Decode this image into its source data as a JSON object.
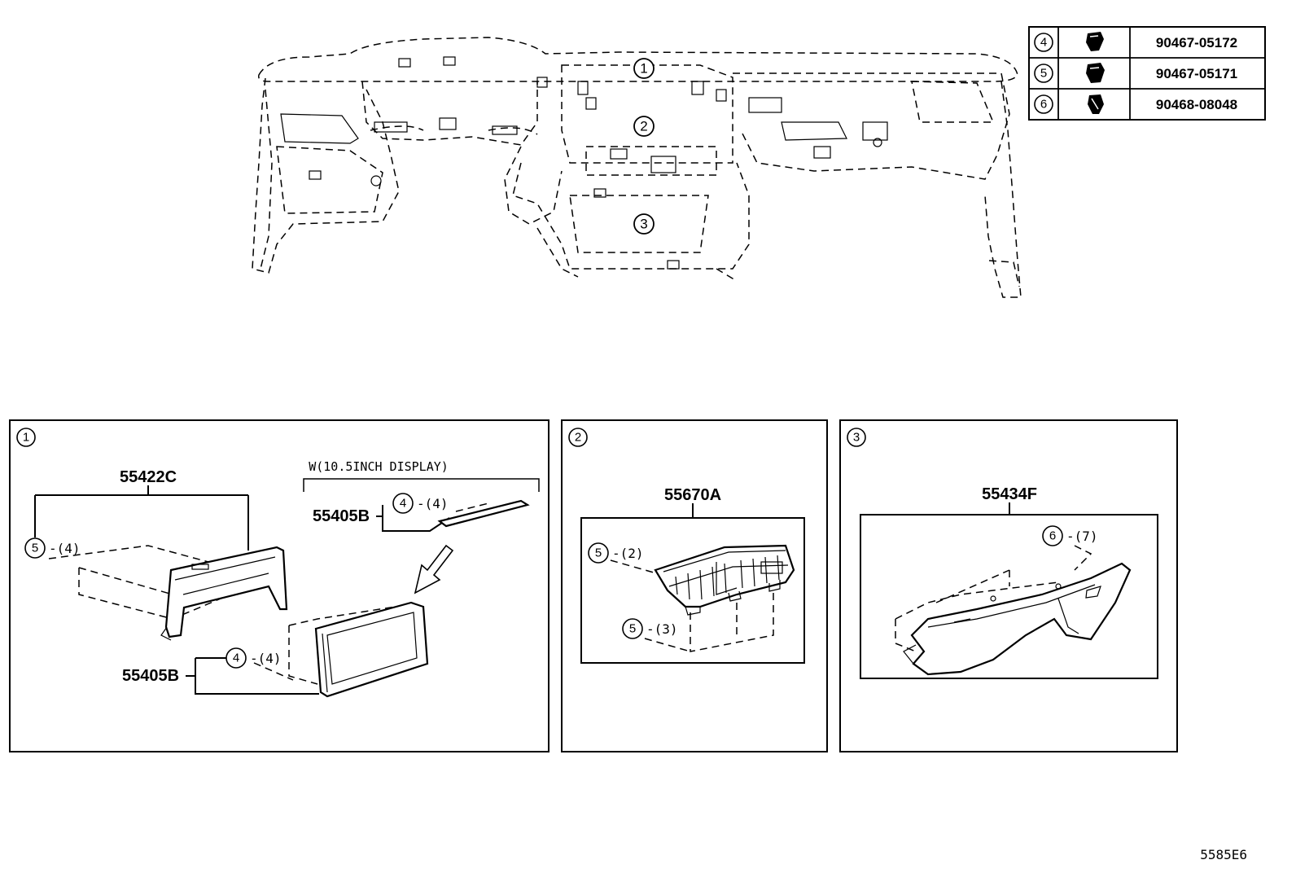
{
  "legend_table": {
    "rows": [
      {
        "ref": "4",
        "part_number": "90467-05172"
      },
      {
        "ref": "5",
        "part_number": "90467-05171"
      },
      {
        "ref": "6",
        "part_number": "90468-08048"
      }
    ]
  },
  "overview_callouts": [
    "1",
    "2",
    "3"
  ],
  "panels": [
    {
      "ref": "1",
      "parts": [
        {
          "number": "55422C",
          "fastener_ref": "5",
          "qty": "-(4)"
        },
        {
          "number": "55405B",
          "fastener_ref": "4",
          "qty": "-(4)",
          "note": "W(10.5INCH DISPLAY)"
        },
        {
          "number": "55405B",
          "fastener_ref": "4",
          "qty": "-(4)"
        }
      ]
    },
    {
      "ref": "2",
      "parts": [
        {
          "number": "55670A",
          "fastener_ref_a": "5",
          "qty_a": "-(2)",
          "fastener_ref_b": "5",
          "qty_b": "-(3)"
        }
      ]
    },
    {
      "ref": "3",
      "parts": [
        {
          "number": "55434F",
          "fastener_ref": "6",
          "qty": "-(7)"
        }
      ]
    }
  ],
  "illustration_code": "5585E6"
}
